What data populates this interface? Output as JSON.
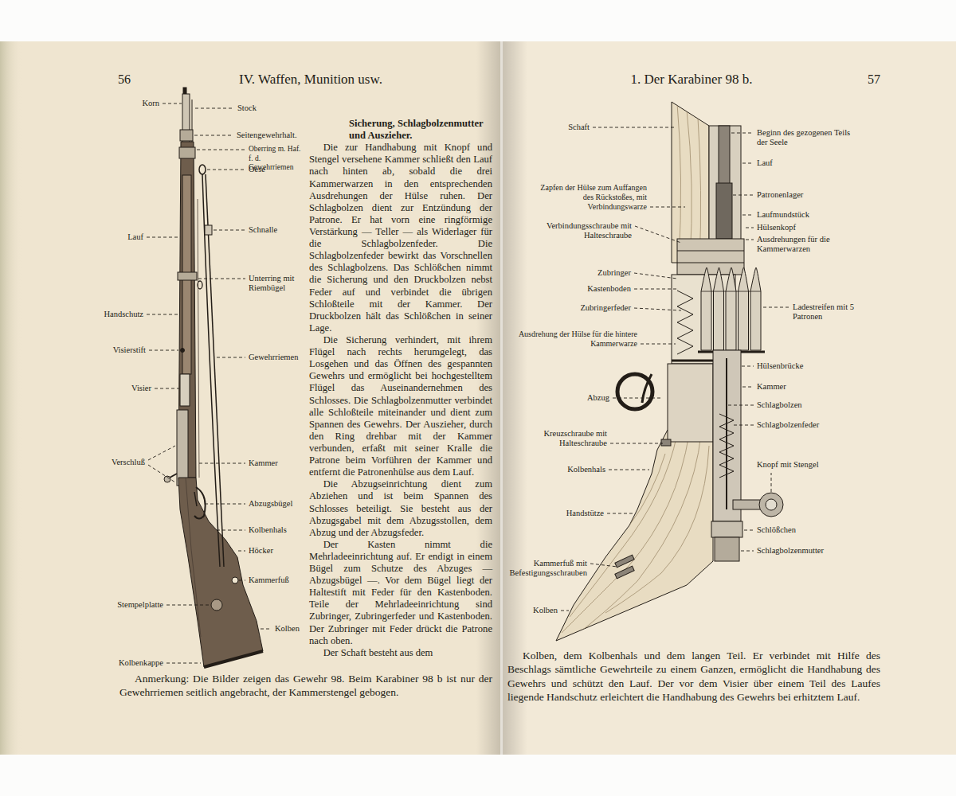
{
  "diagram": {
    "labels": [
      "56",
      "IV. Waffen, Munition usw.",
      "Korn",
      "Lauf",
      "Handschutz",
      "Visierstift",
      "Visier",
      "Verschluß",
      "Stempelplatte",
      "Kolbenkappe",
      "Stock",
      "Seitengewehrhalt.",
      "Oberring m. Haf. f. d. Gewehrriemen",
      "Oese",
      "Schnalle",
      "Unterring mit Riembügel",
      "Gewehrriemen",
      "Kammer",
      "Abzugsbügel",
      "Kolbenhals",
      "Höcker",
      "Kammerfuß",
      "Kolben",
      "Sicherung, Schlagbolzenmutter und Auszieher.",
      "Die zur Handhabung mit Knopf und Stengel versehene Kammer schließt den Lauf nach hinten ab, sobald die drei Kammerwarzen in den entsprechenden Ausdrehungen der Hülse ruhen. Der Schlagbolzen dient zur Entzündung der Patrone. Er hat vorn eine ringförmige Verstärkung — Teller — als Widerlager für die Schlagbolzenfeder. Die Schlagbolzenfeder bewirkt das Vorschnellen des Schlagbolzens. Das Schlößchen nimmt die Sicherung und den Druckbolzen nebst Feder auf und verbindet die übrigen Schloßteile mit der Kammer. Der Druckbolzen hält das Schlößchen in seiner Lage.",
      "Die Sicherung verhindert, mit ihrem Flügel nach rechts herumgelegt, das Losgehen und das Öffnen des gespannten Gewehrs und ermöglicht bei hochgestelltem Flügel das Auseinandernehmen des Schlosses. Die Schlagbolzenmutter verbindet alle Schloßteile miteinander und dient zum Spannen des Gewehrs. Der Auszieher, durch den Ring drehbar mit der Kammer verbunden, erfaßt mit seiner Kralle die Patrone beim Vorführen der Kammer und entfernt die Patronenhülse aus dem Lauf.",
      "Die Abzugseinrichtung dient zum Abziehen und ist beim Spannen des Schlosses beteiligt. Sie besteht aus der Abzugsgabel mit dem Abzugsstollen, dem Abzug und der Abzugsfeder.",
      "Der Kasten nimmt die Mehrladeeinrichtung auf. Er endigt in einem Bügel zum Schutze des Abzuges — Abzugsbügel —. Vor dem Bügel liegt der Haltestift mit Feder für den Kastenboden. Teile der Mehrladeeinrichtung sind Zubringer, Zubringerfeder und Kastenboden. Der Zubringer mit Feder drückt die Patrone nach oben.",
      "Der Schaft besteht aus dem",
      "Anmerkung: Die Bilder zeigen das Gewehr 98. Beim Karabiner 98 b ist nur der Gewehrriemen seitlich angebracht, der Kammerstengel gebogen.",
      "1. Der Karabiner 98 b.",
      "57",
      "Schaft",
      "Zapfen der Hülse zum Auffangen des Rückstoßes, mit Verbindungswarze",
      "Verbindungsschraube mit Halteschraube",
      "Zubringer",
      "Kastenboden",
      "Zubringerfeder",
      "Ausdrehung der Hülse für die hintere Kammerwarze",
      "Abzug",
      "Kreuzschraube mit Halteschraube",
      "Kolbenhals",
      "Handstütze",
      "Kammerfuß mit Befestigungsschrauben",
      "Kolben",
      "Beginn des gezogenen Teils der Seele",
      "Lauf",
      "Patronenlager",
      "Laufmundstück",
      "Hülsenkopf",
      "Ausdrehungen für die Kammerwarzen",
      "Ladestreifen mit 5 Patronen",
      "Hülsenbrücke",
      "Kammer",
      "Schlagbolzen",
      "Schlagbolzenfeder",
      "Knopf mit Stengel",
      "Schlößchen",
      "Schlagbolzenmutter",
      "Kolben, dem Kolbenhals und dem langen Teil. Er verbindet mit Hilfe des Beschlags sämtliche Gewehrteile zu einem Ganzen, ermöglicht die Handhabung des Gewehrs und schützt den Lauf. Der vor dem Visier über einem Teil des Laufes liegende Handschutz erleichtert die Handhabung des Gewehrs bei erhitztem Lauf."
    ]
  }
}
